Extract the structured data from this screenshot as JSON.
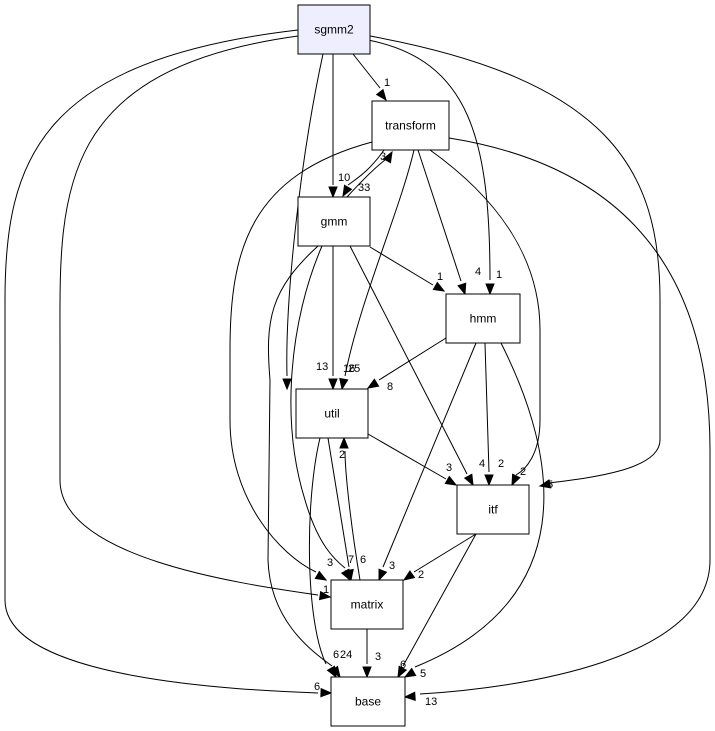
{
  "graph": {
    "root_color": "#eeeeff",
    "nodes": {
      "sgmm2": "sgmm2",
      "transform": "transform",
      "gmm": "gmm",
      "hmm": "hmm",
      "util": "util",
      "itf": "itf",
      "matrix": "matrix",
      "base": "base"
    },
    "edges": [
      {
        "from": "sgmm2",
        "to": "transform",
        "label": "1"
      },
      {
        "from": "sgmm2",
        "to": "gmm",
        "label": "10"
      },
      {
        "from": "sgmm2",
        "to": "hmm",
        "label": "1"
      },
      {
        "from": "sgmm2",
        "to": "util",
        "label": "13"
      },
      {
        "from": "sgmm2",
        "to": "itf",
        "label": "5"
      },
      {
        "from": "sgmm2",
        "to": "matrix",
        "label": "1"
      },
      {
        "from": "sgmm2",
        "to": "base",
        "label": "6"
      },
      {
        "from": "transform",
        "to": "gmm",
        "label": "33"
      },
      {
        "from": "transform",
        "to": "hmm",
        "label": "4"
      },
      {
        "from": "transform",
        "to": "util",
        "label": "25"
      },
      {
        "from": "transform",
        "to": "itf",
        "label": "2"
      },
      {
        "from": "transform",
        "to": "matrix",
        "label": "3"
      },
      {
        "from": "transform",
        "to": "base",
        "label": "13"
      },
      {
        "from": "gmm",
        "to": "transform",
        "label": "3"
      },
      {
        "from": "gmm",
        "to": "hmm",
        "label": "1"
      },
      {
        "from": "gmm",
        "to": "util",
        "label": "16"
      },
      {
        "from": "gmm",
        "to": "itf",
        "label": "4"
      },
      {
        "from": "gmm",
        "to": "matrix",
        "label": "7"
      },
      {
        "from": "gmm",
        "to": "base",
        "label": "6"
      },
      {
        "from": "hmm",
        "to": "util",
        "label": "8"
      },
      {
        "from": "hmm",
        "to": "itf",
        "label": "2"
      },
      {
        "from": "hmm",
        "to": "matrix",
        "label": "3"
      },
      {
        "from": "hmm",
        "to": "base",
        "label": "5"
      },
      {
        "from": "util",
        "to": "itf",
        "label": "3"
      },
      {
        "from": "util",
        "to": "matrix",
        "label": "6"
      },
      {
        "from": "util",
        "to": "base",
        "label": "24"
      },
      {
        "from": "matrix",
        "to": "util",
        "label": "2"
      },
      {
        "from": "matrix",
        "to": "base",
        "label": "3"
      },
      {
        "from": "itf",
        "to": "matrix",
        "label": "2"
      },
      {
        "from": "itf",
        "to": "base",
        "label": "6"
      }
    ]
  }
}
